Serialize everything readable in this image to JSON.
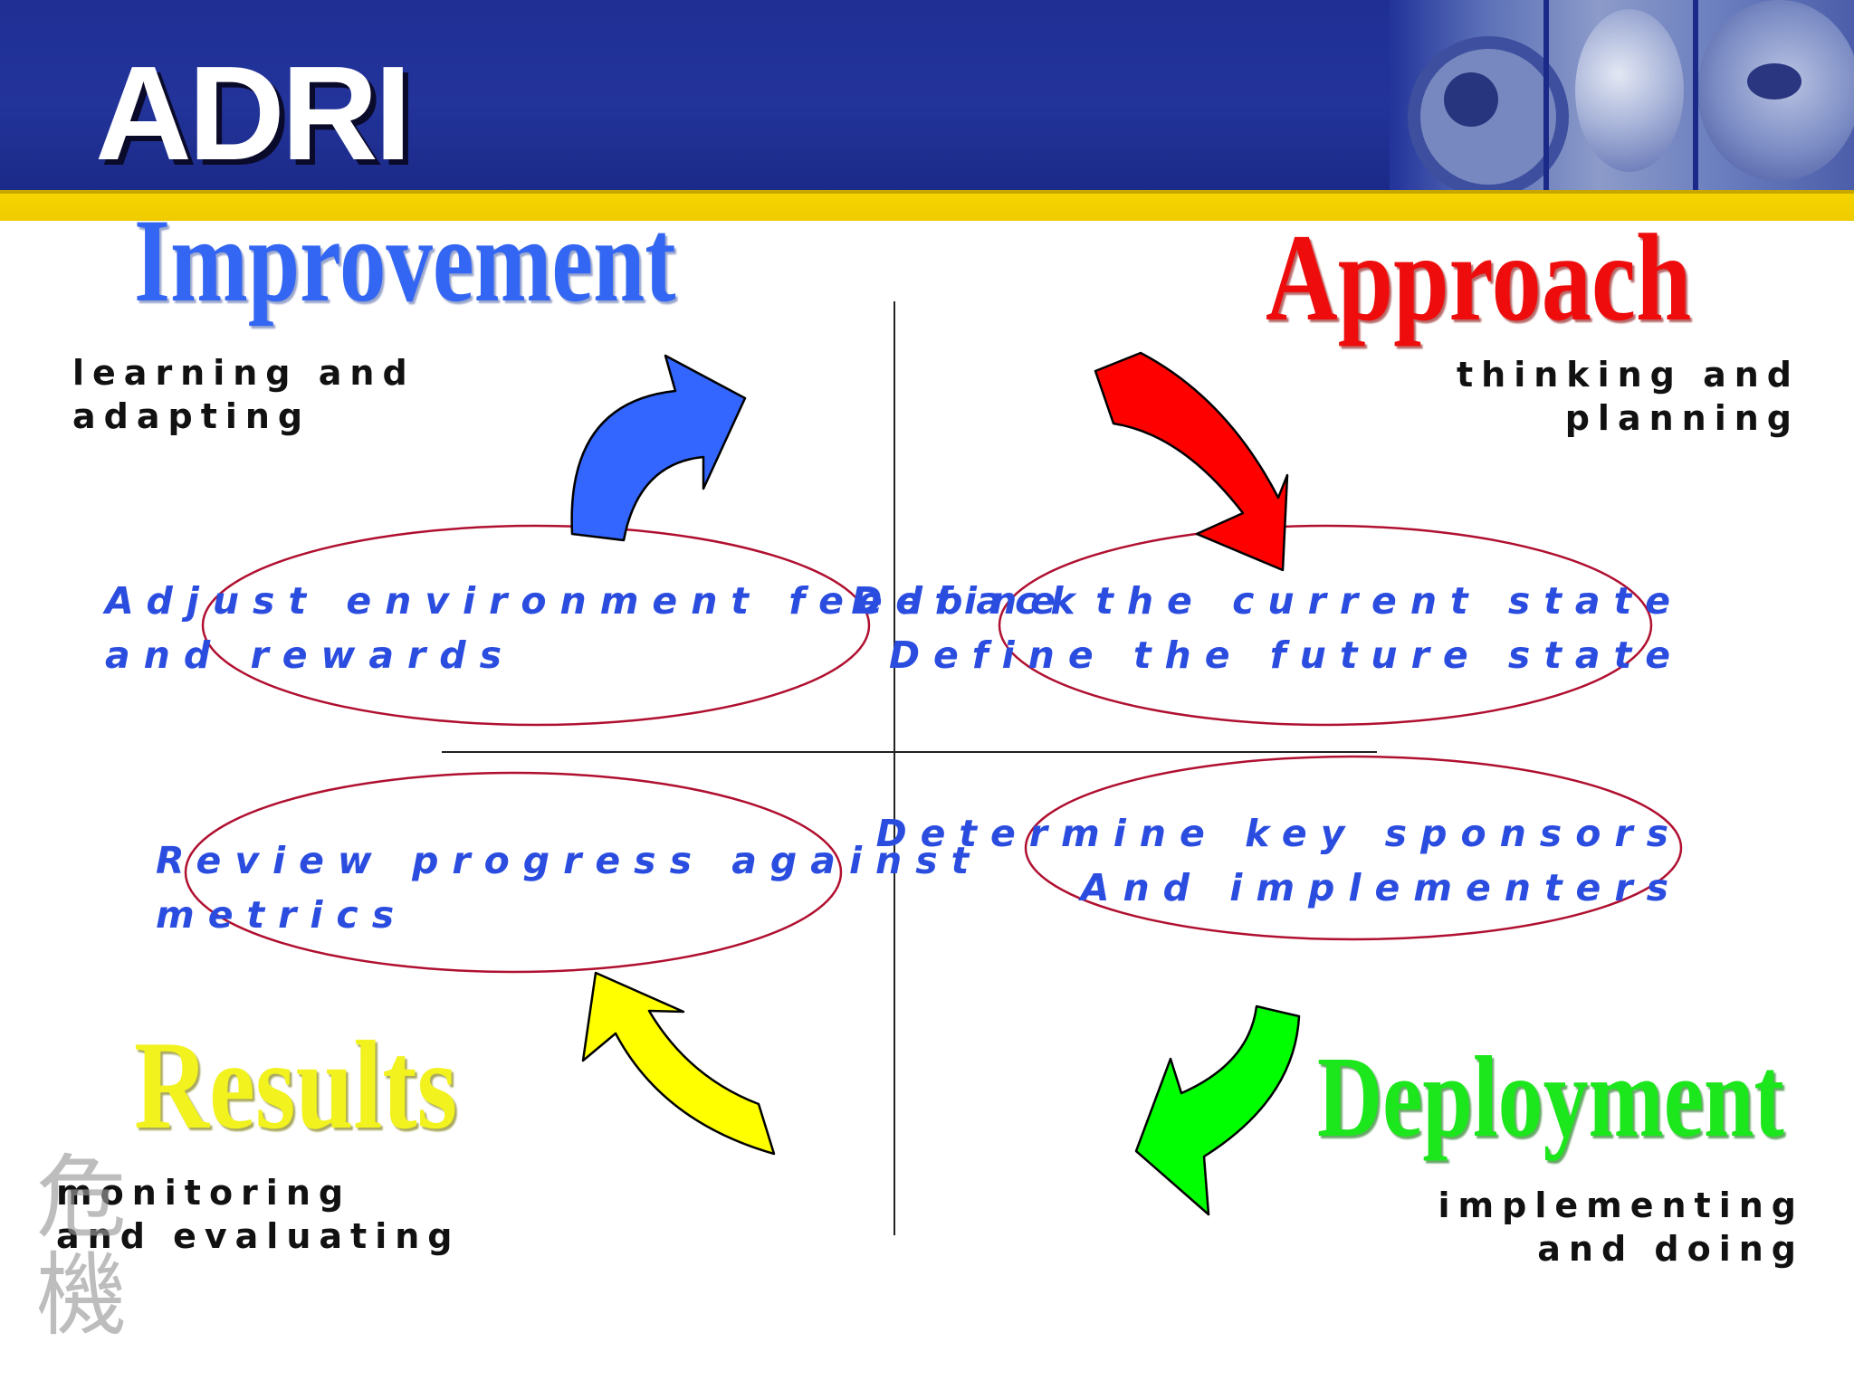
{
  "slide": {
    "title": "ADRI"
  },
  "quadrants": {
    "improvement": {
      "title": "Improvement",
      "subtitle": "learning and\nadapting",
      "description": "Adjust environment feedback\nand rewards",
      "color": "#3366f2"
    },
    "approach": {
      "title": "Approach",
      "subtitle": "thinking and\nplanning",
      "description": "Define the current state\nDefine the future state",
      "color": "#ee0c0c"
    },
    "results": {
      "title": "Results",
      "subtitle": "monitoring\nand evaluating",
      "description": "Review progress against\nmetrics",
      "color": "#f2f21e"
    },
    "deployment": {
      "title": "Deployment",
      "subtitle": "implementing\nand doing",
      "description": "Determine key sponsors\nAnd implementers",
      "color": "#1ce61c"
    }
  },
  "arrows": [
    {
      "name": "approach-arrow",
      "color": "#ff0000",
      "direction": "clockwise"
    },
    {
      "name": "deployment-arrow",
      "color": "#00ff00",
      "direction": "clockwise"
    },
    {
      "name": "results-arrow",
      "color": "#ffff00",
      "direction": "clockwise"
    },
    {
      "name": "improvement-arrow",
      "color": "#3366ff",
      "direction": "clockwise"
    }
  ],
  "decoration": {
    "watermark_text": "危機",
    "highlight_ellipse_color": "#b01030",
    "header_color": "#1f2f94",
    "stripe_color": "#f5d400"
  }
}
